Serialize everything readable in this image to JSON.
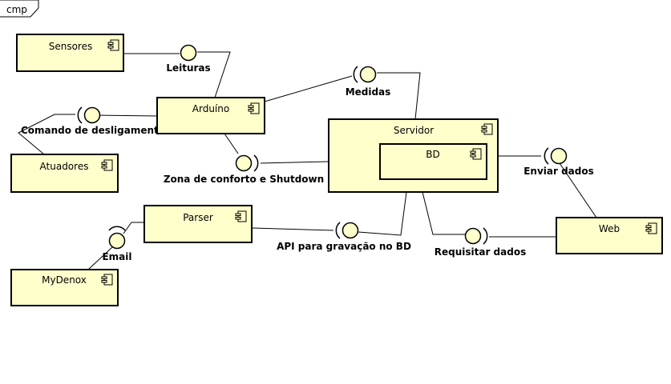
{
  "frame": {
    "title": "cmp"
  },
  "components": {
    "sensores": "Sensores",
    "arduino": "Arduíno",
    "atuadores": "Atuadores",
    "servidor": "Servidor",
    "bd": "BD",
    "parser": "Parser",
    "mydenox": "MyDenox",
    "web": "Web"
  },
  "interfaces": {
    "leituras": "Leituras",
    "medidas": "Medidas",
    "comando": "Comando de desligamento",
    "zona": "Zona de conforto e Shutdown",
    "enviar": "Enviar dados",
    "api": "API para gravação no BD",
    "requisitar": "Requisitar dados",
    "email": "Email"
  }
}
